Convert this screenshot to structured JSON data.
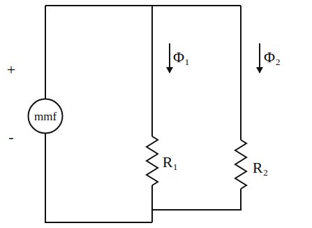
{
  "diagram": {
    "nodes": [
      {
        "text": [
          "mmf"
        ]
      }
    ],
    "labels": [
      "+",
      "-",
      "Φ₁",
      "Φ₂",
      "R₁",
      "R₂"
    ]
  }
}
